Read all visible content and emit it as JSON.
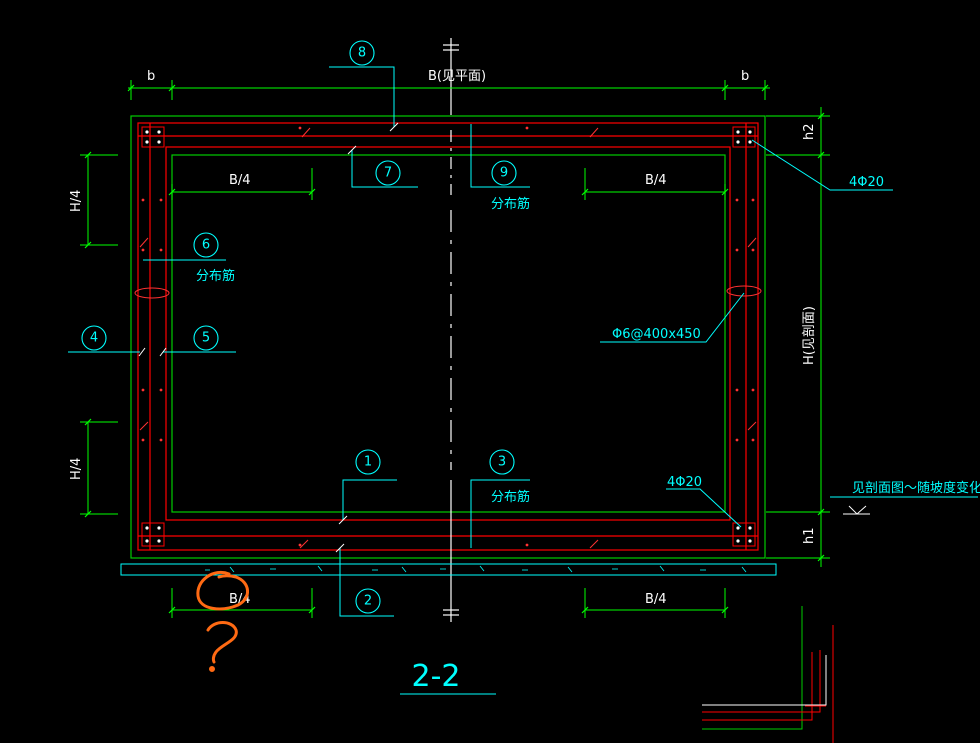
{
  "section_title": "2-2",
  "dimensions": {
    "top_b_left": "b",
    "top_span": "B(见平面)",
    "top_b_right": "b",
    "right_h2": "h2",
    "right_span": "H(见剖面)",
    "right_h1": "h1",
    "left_h4_upper": "H/4",
    "left_h4_lower": "H/4",
    "inner_b4_top_left": "B/4",
    "inner_b4_top_right": "B/4",
    "bottom_b4_left": "B/4",
    "bottom_b4_right": "B/4"
  },
  "bubbles": {
    "b1": "1",
    "b2": "2",
    "b3": "3",
    "b4": "4",
    "b5": "5",
    "b6": "6",
    "b7": "7",
    "b8": "8",
    "b9": "9"
  },
  "labels": {
    "dist_bar_9": "分布筋",
    "dist_bar_6": "分布筋",
    "dist_bar_3": "分布筋",
    "corner_rebar_top": "4Φ20",
    "corner_rebar_bottom": "4Φ20",
    "tie_spec": "Φ6@400x450",
    "slope_note": "见剖面图～随坡度变化"
  },
  "annotation": {
    "question_mark": "?"
  },
  "colors": {
    "background": "#000000",
    "dimension_green": "#00ff00",
    "rebar_red": "#ff0000",
    "concrete_outline_green": "#00cc00",
    "label_cyan": "#00ffff",
    "dim_text_white": "#ffffff",
    "annotation_orange": "#ff6a13"
  }
}
